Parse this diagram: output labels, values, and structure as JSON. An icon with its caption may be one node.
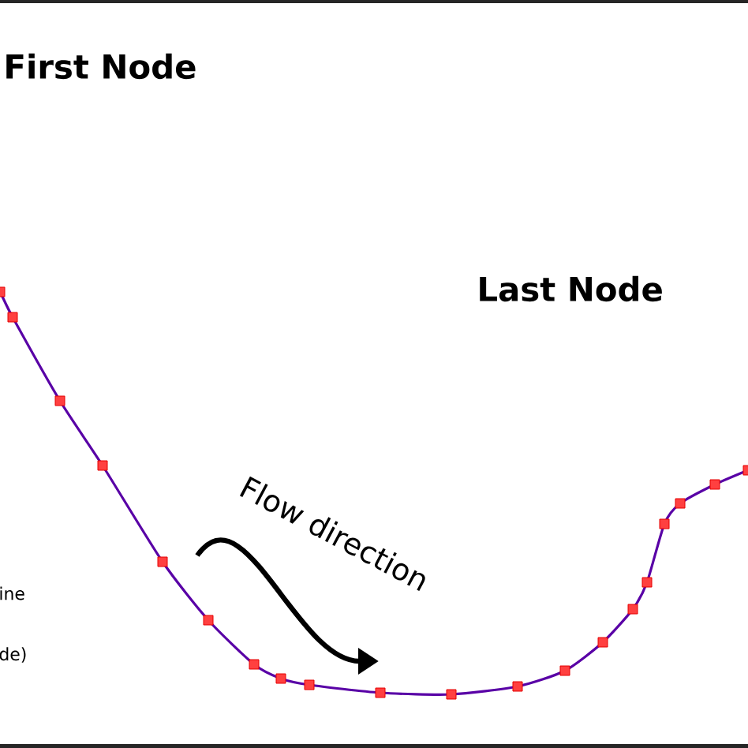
{
  "diagram": {
    "labels": [
      "First Node",
      "Last Node",
      "Flow direction",
      "ine",
      "de)"
    ]
  }
}
